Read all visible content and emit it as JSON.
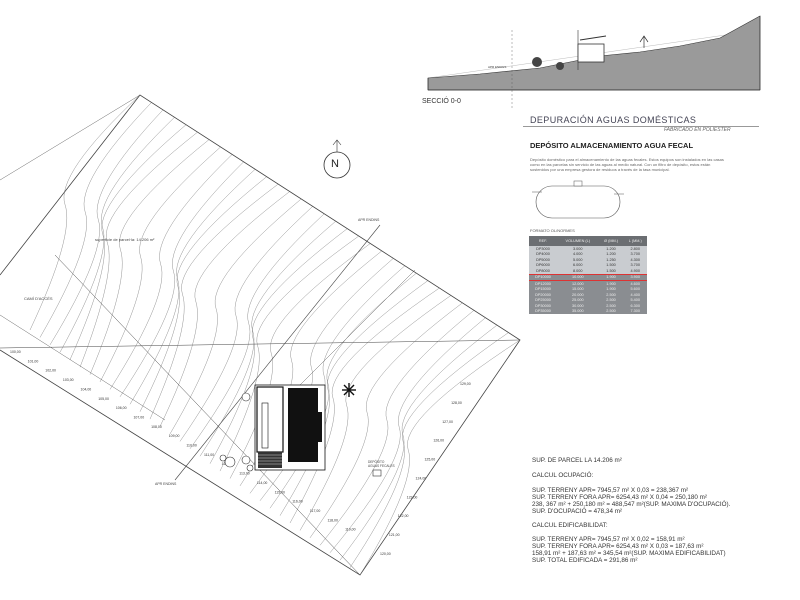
{
  "section": {
    "title": "SECCIÓ 0-0"
  },
  "depuracion": {
    "title": "DEPURACIÓN AGUAS DOMÉSTICAS",
    "subtitle": "FABRICADO EN POLIESTER",
    "deposit_title": "DEPÓSITO ALMACENAMIENTO AGUA FECAL",
    "description": "Depósito doméstico para el almacenamiento de las aguas fecales. Estos equipos son instalados en las casas como en las parcelas sin servicio de las aguas al medio natural. Con un filtro de depósito, estos están sostenidos por una empresa gestora de residuos a través de la tasa municipal."
  },
  "table": {
    "title": "FORMATO OL/NORMES",
    "headers": [
      "REF.",
      "VOLUMEN (L)",
      "Ø (MM.)",
      "L (MM.)"
    ],
    "rows": [
      [
        "DP3000",
        "3.000",
        "1.200",
        "2.800"
      ],
      [
        "DP4000",
        "4.000",
        "1.200",
        "3.700"
      ],
      [
        "DP5000",
        "5.000",
        "1.250",
        "4.300"
      ],
      [
        "DP6000",
        "6.000",
        "1.500",
        "3.700"
      ],
      [
        "DP8000",
        "8.000",
        "1.500",
        "4.900"
      ],
      [
        "DP10000",
        "10.000",
        "1.900",
        "3.900"
      ],
      [
        "DP12000",
        "12.000",
        "1.900",
        "4.600"
      ],
      [
        "DP15000",
        "15.000",
        "1.900",
        "5.600"
      ],
      [
        "DP20000",
        "20.000",
        "2.500",
        "4.400"
      ],
      [
        "DP25000",
        "25.000",
        "2.500",
        "5.400"
      ],
      [
        "DP30000",
        "30.000",
        "2.500",
        "6.300"
      ],
      [
        "DP35000",
        "35.000",
        "2.500",
        "7.300"
      ]
    ],
    "highlight_index": 5
  },
  "calc": {
    "sup_parcela": "SUP. DE PARCEL LA 14.206 m²",
    "ocupacio_title": "CALCUL OCUPACIÓ:",
    "ocupacio": [
      "SUP. TERRENY APR= 7945,57 m² X 0,03 = 238,367 m²",
      "SUP. TERRENY FORA APR= 6254,43 m² X 0,04 = 250,180 m²",
      "238, 367 m² + 250,180 m² = 488,547 m²(SUP. MAXIMA D'OCUPACIÓ).",
      "SUP. D'OCUPACIÓ = 478,34 m²"
    ],
    "edif_title": "CALCUL EDIFICABILIDAT:",
    "edif": [
      "SUP. TERRENY APR= 7945,57 m² X 0,02 = 158,91 m²",
      "SUP. TERRENY FORA APR= 6254,43 m² X 0,03 = 187,63 m²",
      "158,91 m² + 187,63 m² = 345,54 m²(SUP. MAXIMA EDIFICABILIDAT)",
      "SUP. TOTAL EDIFICADA = 291,86 m²"
    ]
  },
  "site": {
    "north": "N",
    "parcel_area": "superficie de parcel·la: 14.206 m²",
    "cami": "CAMÍ D'ACCÉS",
    "apr_label": "APR ENDINS",
    "apr_label2": "APR ENDINS",
    "apr_label3": "APR ENDINS",
    "deposit_label": "DEPÓSITO AGUAS FECALES",
    "elevations": [
      "100,00",
      "101,00",
      "102,00",
      "103,00",
      "104,00",
      "105,00",
      "106,00",
      "107,00",
      "108,00",
      "109,00",
      "110,00",
      "111,00",
      "112,00",
      "113,00",
      "114,00",
      "115,00",
      "116,00",
      "117,00",
      "118,00",
      "119,00",
      "120,00",
      "121,00",
      "122,00",
      "123,00",
      "124,00",
      "125,00",
      "126,00",
      "127,00",
      "128,00",
      "129,00"
    ]
  },
  "colors": {
    "line": "#444444",
    "building": "#111111",
    "table_header": "#6b6e72",
    "highlight": "#dd3333"
  }
}
